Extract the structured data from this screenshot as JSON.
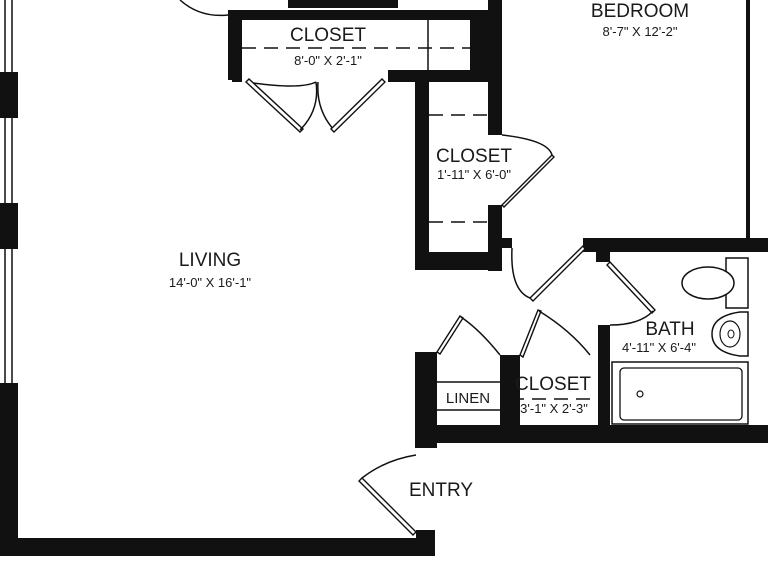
{
  "rooms": {
    "bedroom": {
      "name": "BEDROOM",
      "dims": "8'-7\" X 12'-2\""
    },
    "closet_top": {
      "name": "CLOSET",
      "dims": "8'-0\" X 2'-1\""
    },
    "closet_mid": {
      "name": "CLOSET",
      "dims": "1'-11\" X 6'-0\""
    },
    "living": {
      "name": "LIVING",
      "dims": "14'-0\" X 16'-1\""
    },
    "bath": {
      "name": "BATH",
      "dims": "4'-11\" X 6'-4\""
    },
    "linen": {
      "name": "LINEN"
    },
    "closet_small": {
      "name": "CLOSET",
      "dims": "3'-1\" X 2'-3\""
    },
    "entry": {
      "name": "ENTRY"
    }
  },
  "colors": {
    "wall": "#111111",
    "background": "#ffffff"
  }
}
